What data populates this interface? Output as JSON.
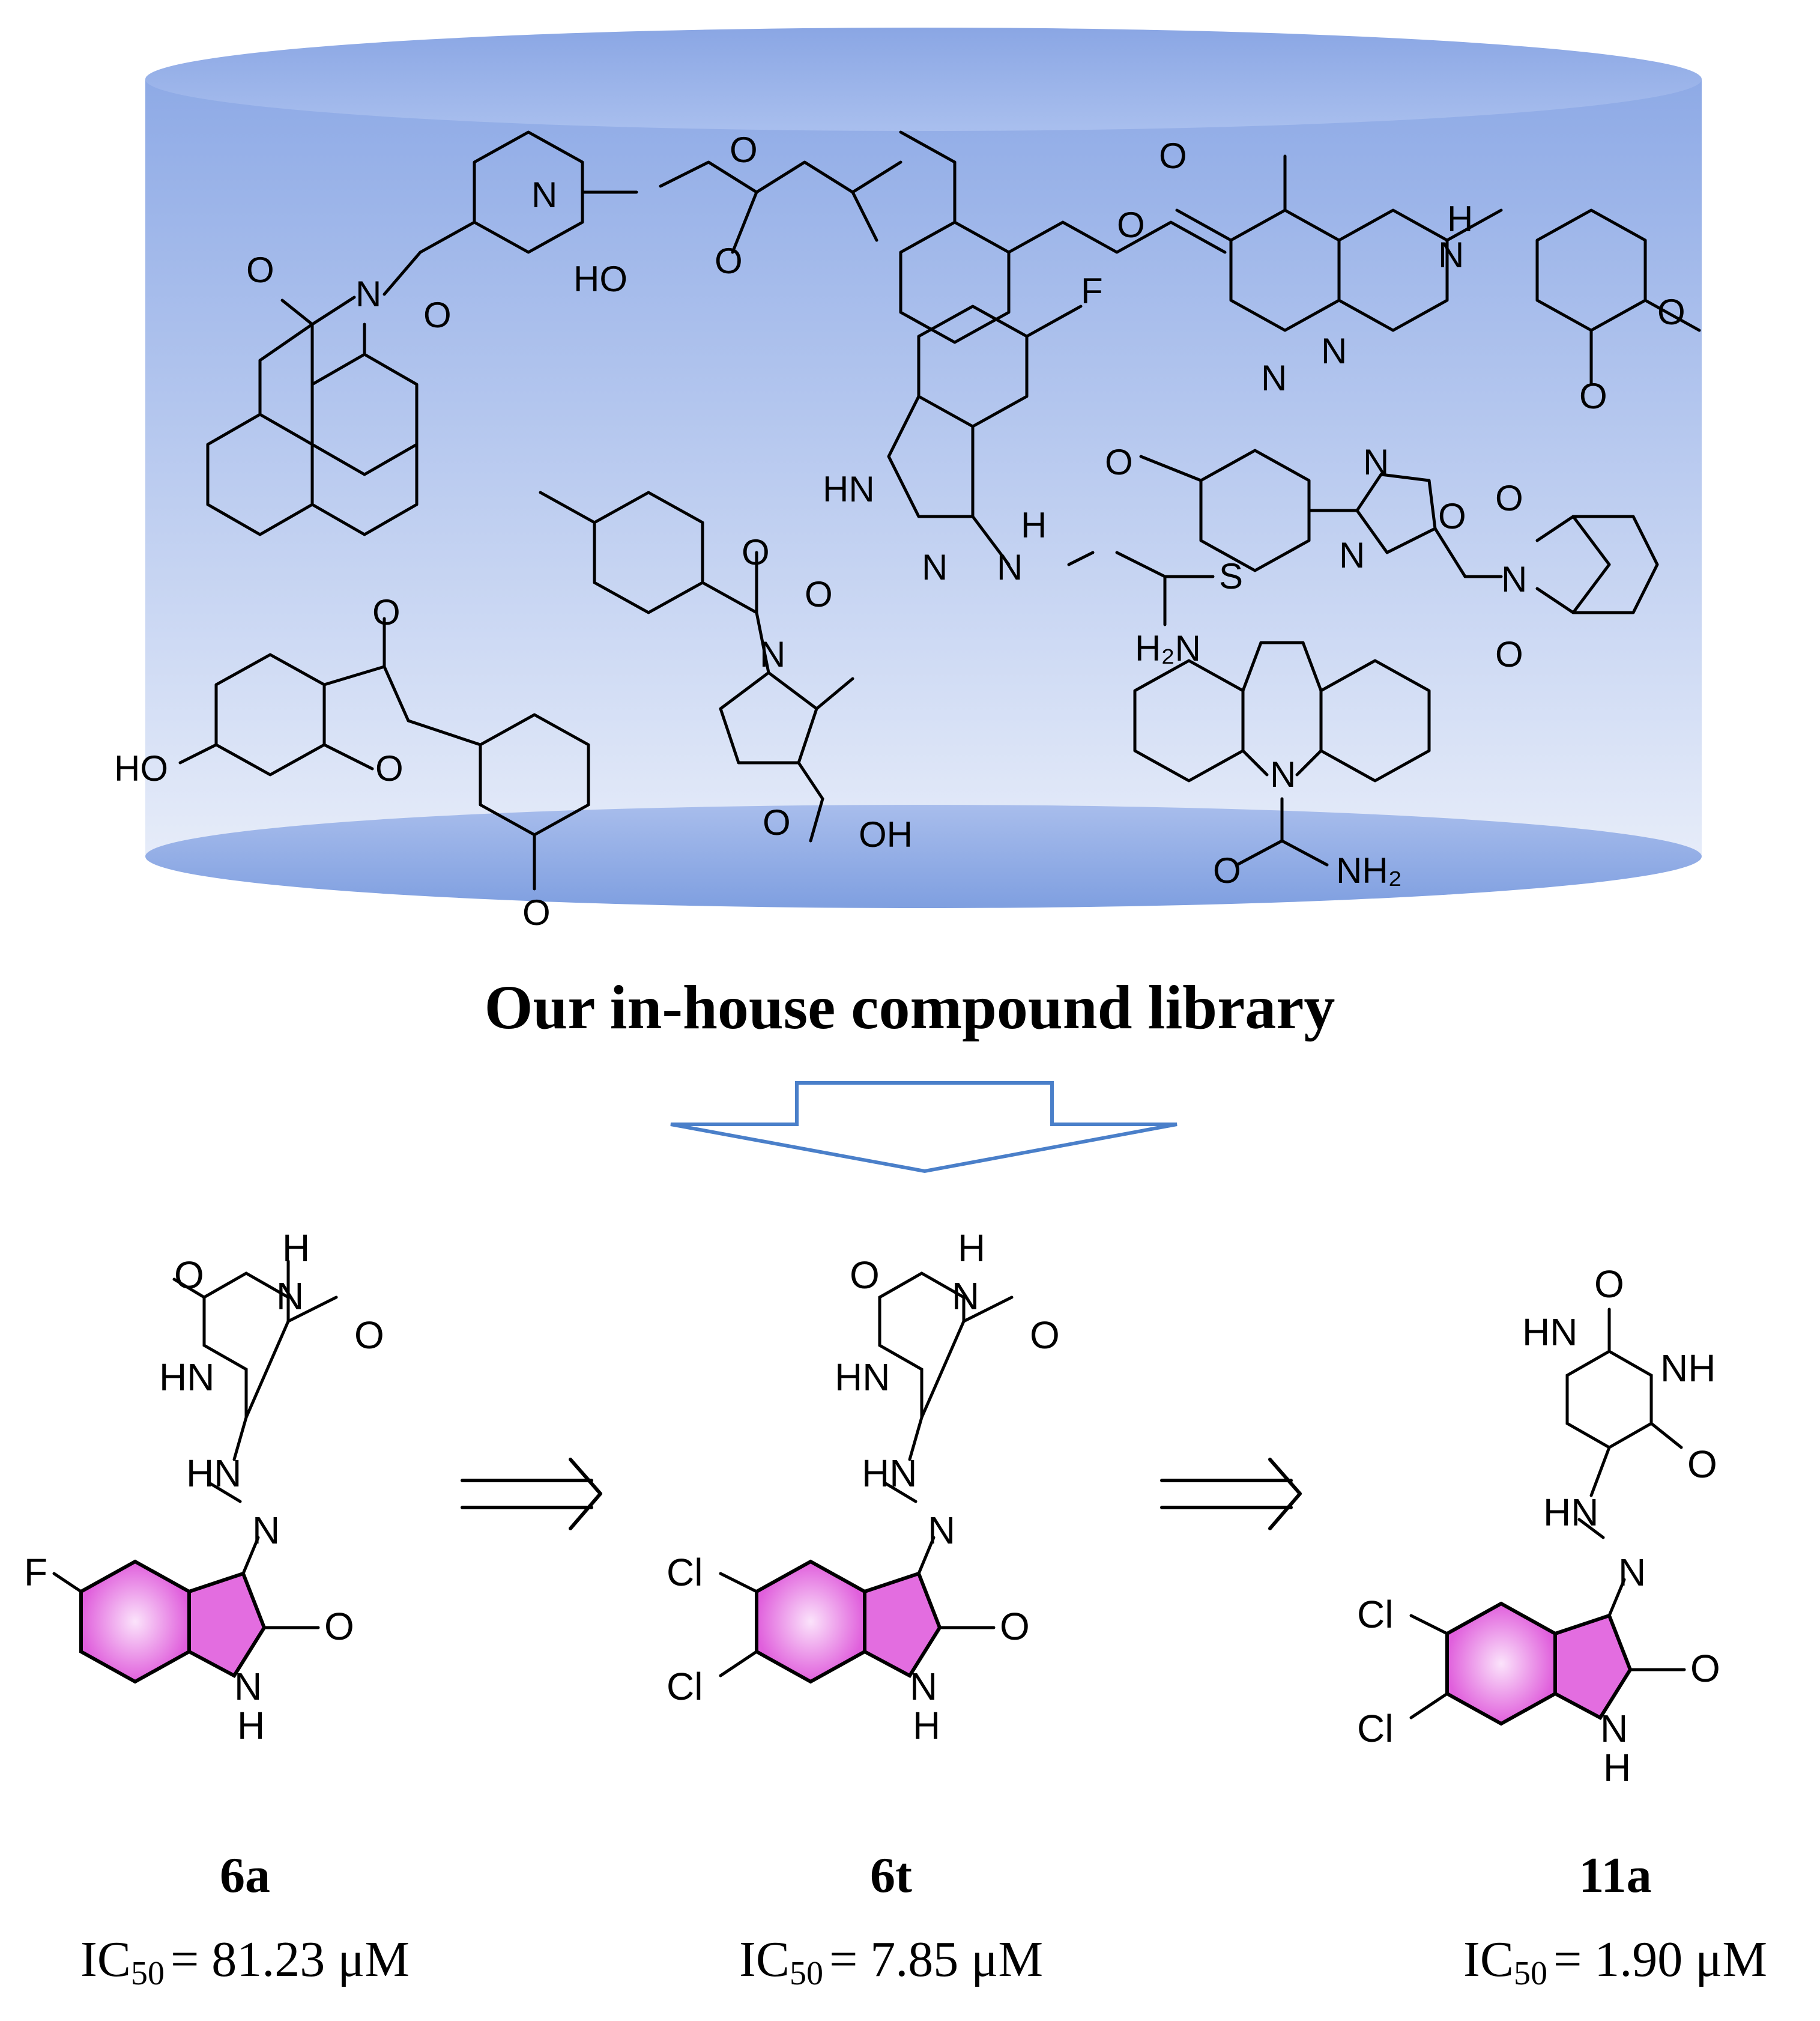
{
  "library": {
    "title": "Our in-house compound library"
  },
  "atom_labels": {
    "O": "O",
    "N": "N",
    "H": "H",
    "F": "F",
    "Cl": "Cl",
    "S": "S",
    "HN": "HN",
    "NH": "NH",
    "HO": "HO",
    "OH": "OH",
    "H2N": "H₂N",
    "NH2": "NH₂"
  },
  "compounds": [
    {
      "name": "6a",
      "ic50_label": "IC",
      "ic50_sub": "50",
      "ic50_value": "= 81.23 μM"
    },
    {
      "name": "6t",
      "ic50_label": "IC",
      "ic50_sub": "50",
      "ic50_value": "= 7.85 μM"
    },
    {
      "name": "11a",
      "ic50_label": "IC",
      "ic50_sub": "50",
      "ic50_value": "= 1.90 μM"
    }
  ],
  "colors": {
    "cylinder_top": "#8faae6",
    "cylinder_bottom": "#e4eaf8",
    "isatin_fill": "#e36de0",
    "arrow_outline": "#4a7fc9"
  }
}
